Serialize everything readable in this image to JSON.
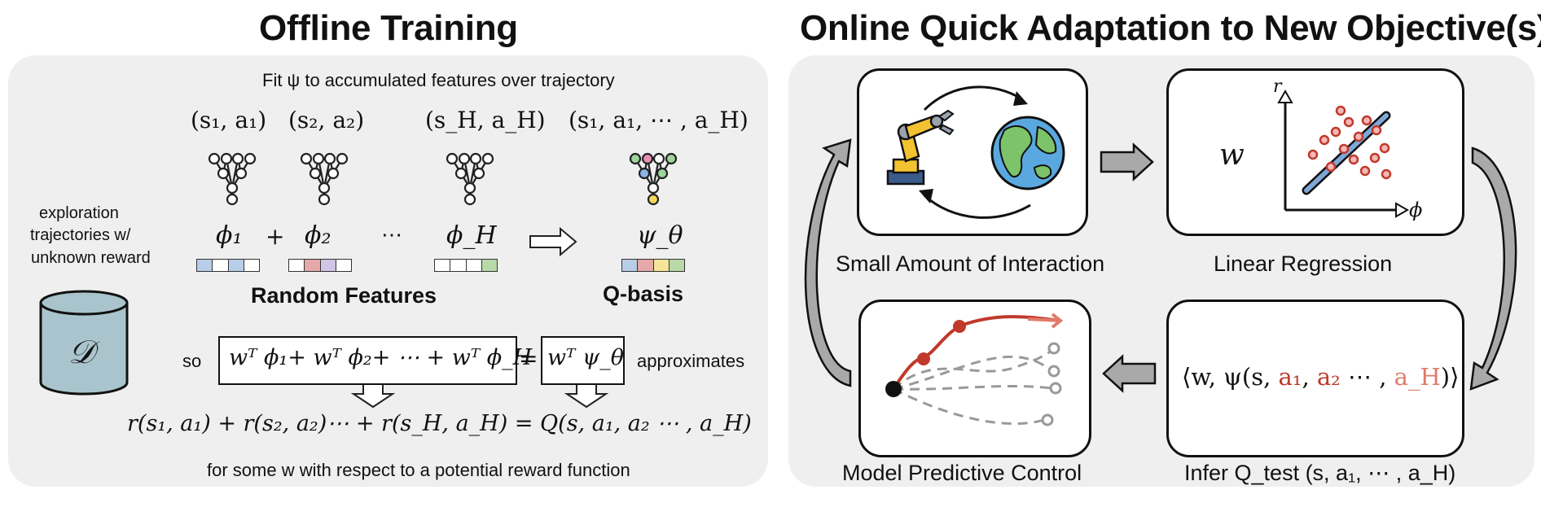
{
  "titles": {
    "left": "Offline Training",
    "right": "Online Quick Adaptation to New Objective(s)"
  },
  "offline": {
    "fit_caption": "Fit ψ to accumulated features over trajectory",
    "state_actions": [
      "(s₁, a₁)",
      "(s₂, a₂)",
      "(s_H, a_H)",
      "(s₁, a₁, ⋯ , a_H)"
    ],
    "features": [
      "ϕ₁",
      "+",
      "ϕ₂",
      "⋯",
      "ϕ_H",
      "ψ_θ"
    ],
    "random_features_label": "Random Features",
    "qbasis_label": "Q-basis",
    "dataset": {
      "caption_lines": [
        "exploration",
        "trajectories w/",
        "unknown reward"
      ],
      "symbol": "𝒟"
    },
    "so_label": "so",
    "sum_equation": "wᵀ ϕ₁+ wᵀ ϕ₂+ ⋯ + wᵀ ϕ_H",
    "equals": "=",
    "psi_equation": "wᵀ ψ_θ",
    "approx_label": "approximates",
    "reward_equation": "r(s₁, a₁) + r(s₂, a₂)⋯  +  r(s_H, a_H) = Q(s, a₁, a₂ ⋯ , a_H)",
    "footer": "for some  w with respect to a potential reward function"
  },
  "online": {
    "box_labels": {
      "interaction": "Small Amount of Interaction",
      "regression": "Linear Regression",
      "mpc": "Model Predictive Control",
      "infer": "Infer Q_test (s, a₁, ⋯ , a_H)"
    },
    "regression": {
      "w_symbol": "w",
      "x_axis": "ϕ",
      "y_axis": "r"
    },
    "infer_expr": {
      "prefix": "⟨w, ψ(s, ",
      "a1": "a₁",
      "sep": ", ",
      "a2": "a₂",
      "mid": " ⋯ , ",
      "aH": "a_H",
      "suffix": ")⟩"
    }
  },
  "colors": {
    "panel_bg": "#efefef",
    "blue": "#b8cde8",
    "red": "#e6a8a8",
    "purple": "#d2c4e4",
    "yellow": "#f4e59a",
    "green": "#b9d9a8",
    "dataset_fill": "#a9c4cc",
    "accent_red": "#c0392b",
    "accent_pink": "#e07b6a",
    "arrow_gray": "#a9a9a9"
  }
}
